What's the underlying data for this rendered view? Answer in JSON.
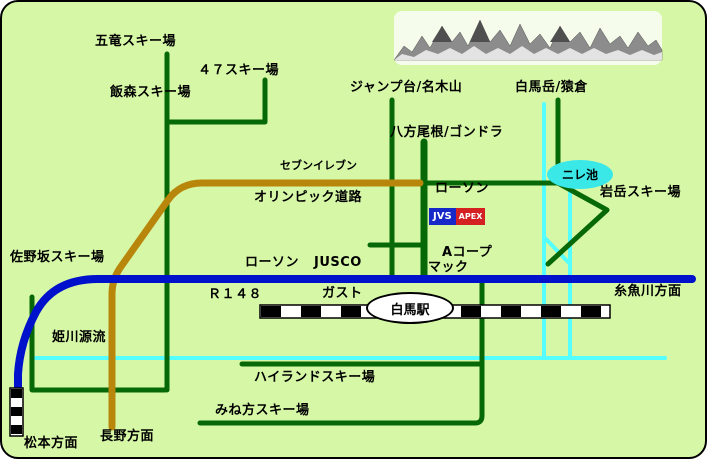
{
  "labels": {
    "goryu": "五竜スキー場",
    "ski47": "４７スキー場",
    "iimori": "飯森スキー場",
    "jump_nakiyama": "ジャンプ台/名木山",
    "shirouma_sarukura": "白馬岳/猿倉",
    "happo_gondola": "八方尾根/ゴンドラ",
    "seven_eleven": "セブンイレブン",
    "olympic_road": "オリンピック道路",
    "lawson_east": "ローソン",
    "nire_pond": "ニレ池",
    "iwatake": "岩岳スキー場",
    "sanosaka": "佐野坂スキー場",
    "lawson_center": "ローソン",
    "jusco": "JUSCO",
    "a_coop": "Aコープ",
    "mac": "マック",
    "itoigawa": "糸魚川方面",
    "r148": "Ｒ１４８",
    "gusto": "ガスト",
    "hakuba_station": "白馬駅",
    "himekawa": "姫川源流",
    "highland": "ハイランドスキー場",
    "minekata": "みね方スキー場",
    "matsumoto": "松本方面",
    "nagano": "長野方面"
  },
  "logo": {
    "jvs": "JVS",
    "apex": "APEX"
  },
  "colors": {
    "background": "#d6f8a6",
    "road_blue_r148": "#0011cc",
    "road_green": "#066806",
    "road_olympic_olive": "#b8860b",
    "river_cyan": "#55ffff",
    "pond_fill": "#3ae8e8",
    "railway_black": "#000000",
    "railway_white": "#ffffff",
    "logo_jvs_bg": "#1629c8",
    "logo_apex_bg": "#d42020",
    "station_fill": "#ffffff"
  }
}
